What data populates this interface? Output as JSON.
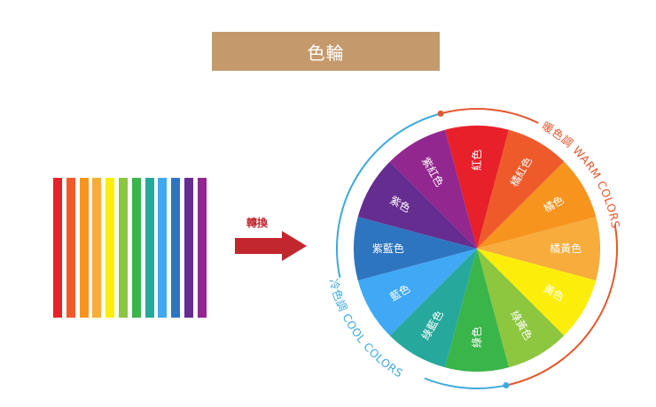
{
  "title": "色輪",
  "arrow": {
    "label": "轉換",
    "color": "#c1272d"
  },
  "stripes": [
    {
      "color": "#e8202a"
    },
    {
      "color": "#ef5a2b"
    },
    {
      "color": "#f7941d"
    },
    {
      "color": "#f7ac3c"
    },
    {
      "color": "#fcee0a"
    },
    {
      "color": "#8dc63f"
    },
    {
      "color": "#39b54a"
    },
    {
      "color": "#26a99c"
    },
    {
      "color": "#3fa9f5"
    },
    {
      "color": "#2e75c0"
    },
    {
      "color": "#662d91"
    },
    {
      "color": "#92278f"
    }
  ],
  "wheel": {
    "segments": [
      {
        "label": "紅色",
        "color": "#e8202a"
      },
      {
        "label": "橘紅色",
        "color": "#ef5a2b"
      },
      {
        "label": "橘色",
        "color": "#f7941d"
      },
      {
        "label": "橘黃色",
        "color": "#f7ac3c"
      },
      {
        "label": "黃色",
        "color": "#fcee0a"
      },
      {
        "label": "綠黃色",
        "color": "#8dc63f"
      },
      {
        "label": "綠色",
        "color": "#39b54a"
      },
      {
        "label": "綠藍色",
        "color": "#26a99c"
      },
      {
        "label": "藍色",
        "color": "#3fa9f5"
      },
      {
        "label": "紫藍色",
        "color": "#2e75c0"
      },
      {
        "label": "紫色",
        "color": "#662d91"
      },
      {
        "label": "紫紅色",
        "color": "#92278f"
      }
    ],
    "warm_label": "暖色調 WARM COLORS",
    "cool_label": "冷色調 COOL COLORS",
    "warm_color": "#e4572e",
    "cool_color": "#3fa9e0"
  }
}
